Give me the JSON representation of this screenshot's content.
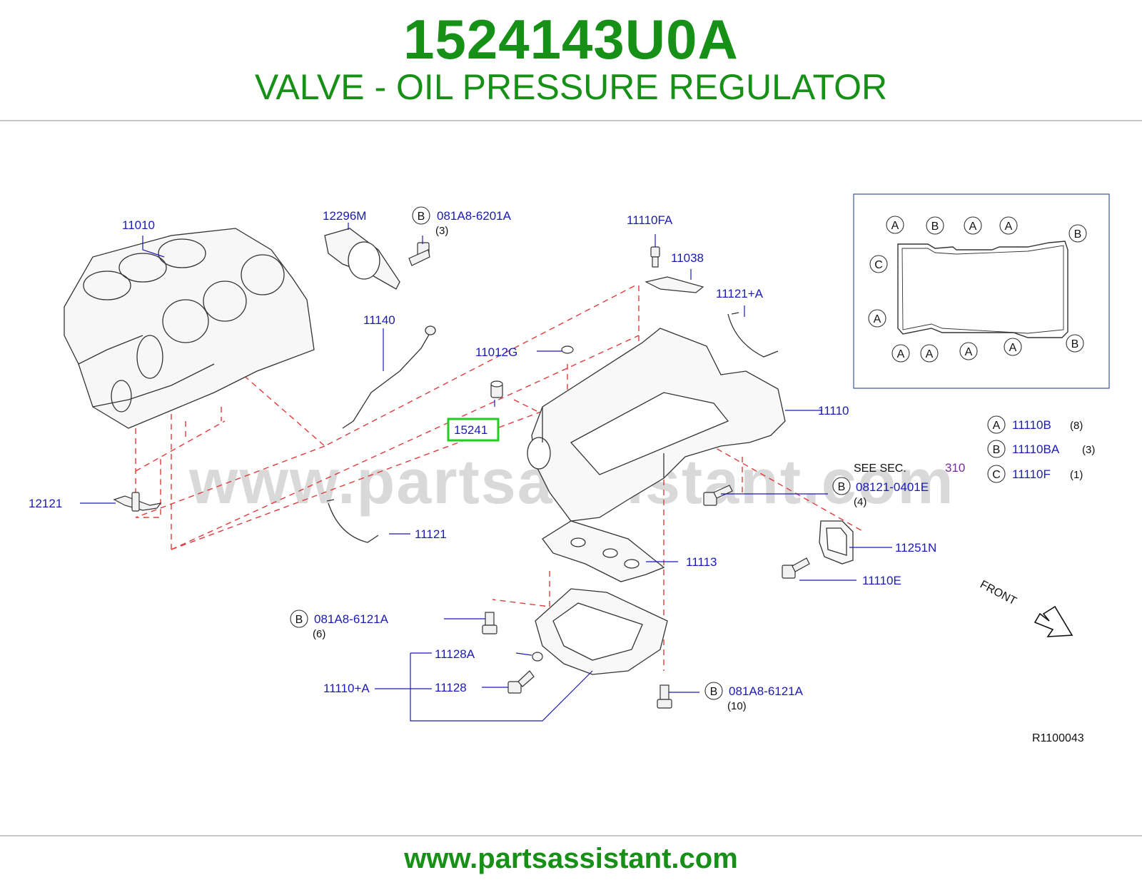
{
  "header": {
    "part_number": "1524143U0A",
    "part_name": "VALVE - OIL PRESSURE REGULATOR"
  },
  "footer": {
    "url": "www.partsassistant.com"
  },
  "watermark": "www.partsassistant.com",
  "diagram": {
    "highlight_color": "#22cc22",
    "highlighted_part": "15241",
    "labels": {
      "p11010": "11010",
      "p12296M": "12296M",
      "p081A8_6201A": "081A8-6201A",
      "q3a": "(3)",
      "p11110FA": "11110FA",
      "p11038": "11038",
      "p11121A": "11121+A",
      "p11140": "11140",
      "p11012G": "11012G",
      "p15241": "15241",
      "p11110": "11110",
      "p12121": "12121",
      "p11121": "11121",
      "see_sec": "SEE   SEC.",
      "sec_num": "310",
      "p08121_0401E": "08121-0401E",
      "q4": "(4)",
      "p11251N": "11251N",
      "p11113": "11113",
      "p11110E": "11110E",
      "p081A8_6121A_1": "081A8-6121A",
      "q6": "(6)",
      "p11128A": "11128A",
      "p11110A": "11110+A",
      "p11128": "11128",
      "p081A8_6121A_2": "081A8-6121A",
      "q10": "(10)",
      "front": "FRONT",
      "ref_code": "R1100043"
    },
    "legend": [
      {
        "letter": "A",
        "part": "11110B",
        "qty": "(8)"
      },
      {
        "letter": "B",
        "part": "11110BA",
        "qty": "(3)"
      },
      {
        "letter": "C",
        "part": "11110F",
        "qty": "(1)"
      }
    ],
    "letters": {
      "A": "A",
      "B": "B",
      "C": "C"
    }
  }
}
